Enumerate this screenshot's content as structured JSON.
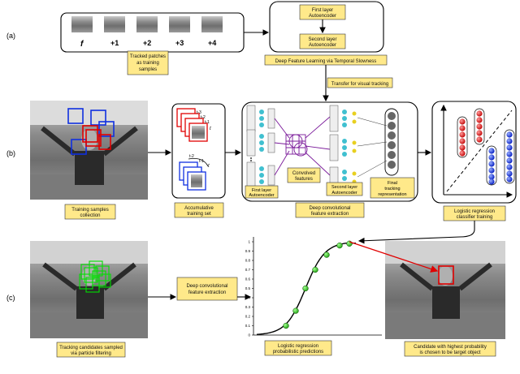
{
  "row_labels": {
    "a": "(a)",
    "b": "(b)",
    "c": "(c)"
  },
  "row_a": {
    "frame_labels": [
      "f",
      "+1",
      "+2",
      "+3",
      "+4"
    ],
    "tracked_caption": [
      "Tracked patches",
      "as training",
      "samples"
    ],
    "ae_first": [
      "First layer",
      "Autoencoder"
    ],
    "ae_second": [
      "Second layer",
      "Autoencoder"
    ],
    "deep_learning_caption": "Deep Feature Learning via Temporal Slowness",
    "transfer_caption": "Transfer for visual tracking"
  },
  "row_b": {
    "training_collection": [
      "Training samples",
      "collection"
    ],
    "accumulative": [
      "Accumulative",
      "training set"
    ],
    "time_labels_top": [
      "t-3",
      "t-2",
      "t-1",
      "t"
    ],
    "time_labels_bottom": [
      "t-2",
      "t-1",
      "t"
    ],
    "convolved": [
      "Convolved",
      "features"
    ],
    "first_ae": [
      "First layer",
      "Autoencoder"
    ],
    "second_ae": [
      "Second layer",
      "Autoencoder"
    ],
    "final_rep": [
      "Final",
      "tracking",
      "representation"
    ],
    "conv_extraction": [
      "Deep convolutional",
      "feature extraction"
    ],
    "logreg_train": [
      "Logistic regression",
      "classifier training"
    ]
  },
  "row_c": {
    "candidates": [
      "Tracking candidates sampled",
      "via particle filtering"
    ],
    "deep_conv": [
      "Deep convolutional",
      "feature extraction"
    ],
    "predictions": [
      "Logistic regression",
      "probabilistic predictions"
    ],
    "chosen": [
      "Candidate with highest probability",
      "is chosen to be target object"
    ],
    "y_ticks": [
      "0",
      "0.1",
      "0.2",
      "0.3",
      "0.4",
      "0.5",
      "0.6",
      "0.7",
      "0.8",
      "0.9",
      "1"
    ]
  },
  "chart_data": {
    "type": "line",
    "title": "",
    "xlabel": "",
    "ylabel": "",
    "ylim": [
      0,
      1
    ],
    "y_ticks": [
      0,
      0.1,
      0.2,
      0.3,
      0.4,
      0.5,
      0.6,
      0.7,
      0.8,
      0.9,
      1
    ],
    "points": [
      0.1,
      0.26,
      0.5,
      0.7,
      0.86,
      0.96,
      0.98
    ]
  },
  "colors": {
    "label_box": "#ffe98a",
    "red_arrow": "#e00000",
    "blue_box": "#1030e0",
    "green_box": "#00e000"
  }
}
